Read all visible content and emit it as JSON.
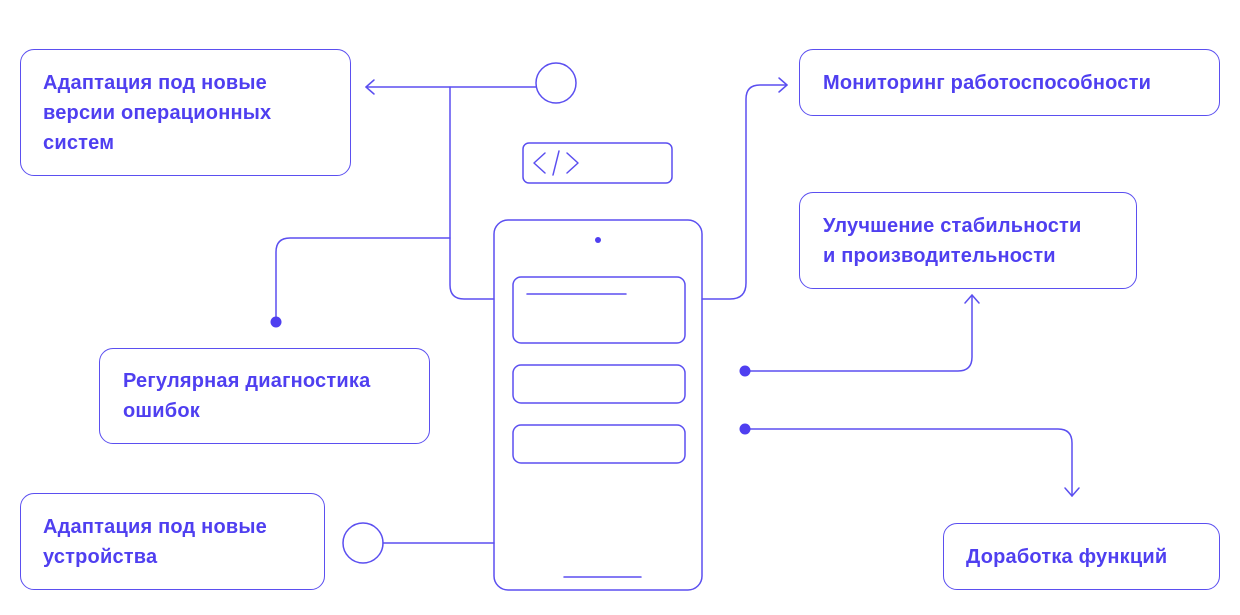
{
  "colors": {
    "accent": "#4f3ff0",
    "line": "#5b4ff0"
  },
  "boxes": {
    "os_adaptation": "Адаптация под новые\nверсии операционных\nсистем",
    "monitoring": "Мониторинг работоспособности",
    "stability": "Улучшение стабильности\nи производительности",
    "diagnostics": "Регулярная диагностика\nошибок",
    "device_adaptation": "Адаптация под новые\nустройства",
    "features": "Доработка функций"
  },
  "icons": {
    "code": "code-brackets-icon"
  }
}
